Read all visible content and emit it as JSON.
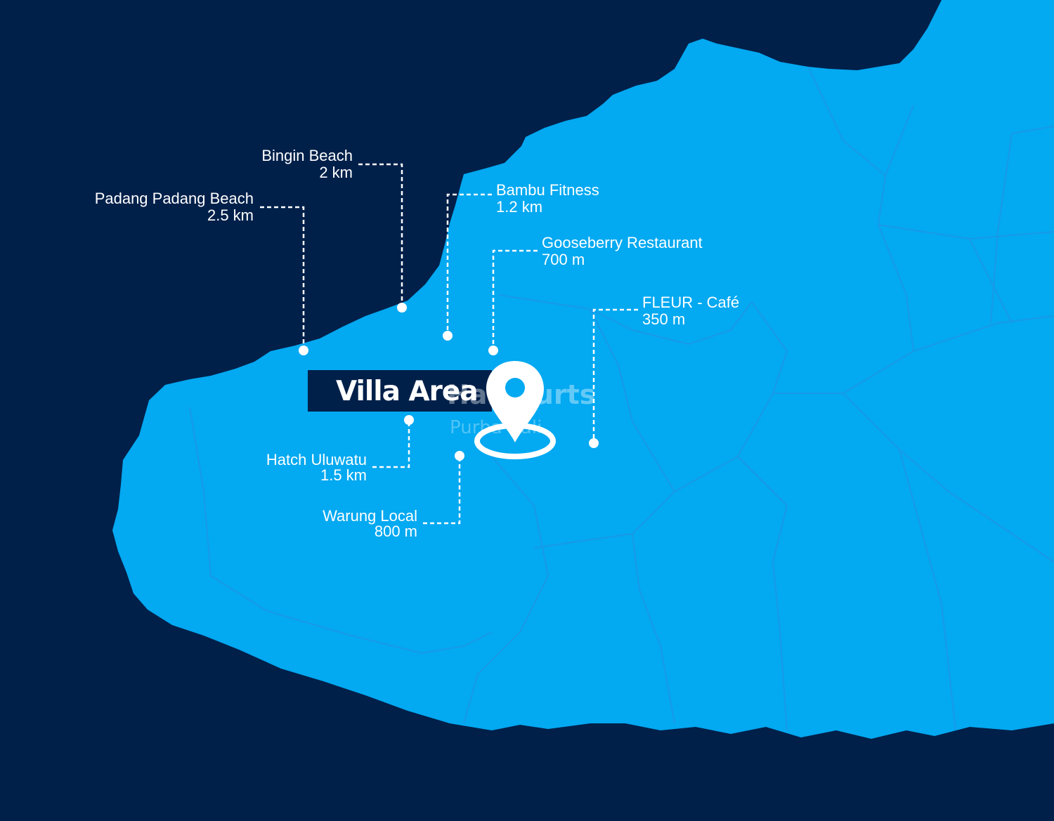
{
  "colors": {
    "sea": "#00204a",
    "land": "#03a9f1",
    "boundary": "#2f8fe0",
    "marker": "#ffffff"
  },
  "villa": {
    "label": "Villa Area"
  },
  "watermark": {
    "brand": "Harcourts",
    "sub": "Purba Bali"
  },
  "pin_icon": "location-pin-icon",
  "pois": [
    {
      "id": "bingin-beach",
      "name": "Bingin Beach",
      "distance": "2 km"
    },
    {
      "id": "padang-padang-beach",
      "name": "Padang Padang Beach",
      "distance": "2.5 km"
    },
    {
      "id": "bambu-fitness",
      "name": "Bambu Fitness",
      "distance": "1.2 km"
    },
    {
      "id": "gooseberry-restaurant",
      "name": "Gooseberry Restaurant",
      "distance": "700 m"
    },
    {
      "id": "fleur-cafe",
      "name": "FLEUR - Café",
      "distance": "350 m"
    },
    {
      "id": "hatch-uluwatu",
      "name": "Hatch Uluwatu",
      "distance": "1.5 km"
    },
    {
      "id": "warung-local",
      "name": "Warung Local",
      "distance": "800 m"
    }
  ]
}
